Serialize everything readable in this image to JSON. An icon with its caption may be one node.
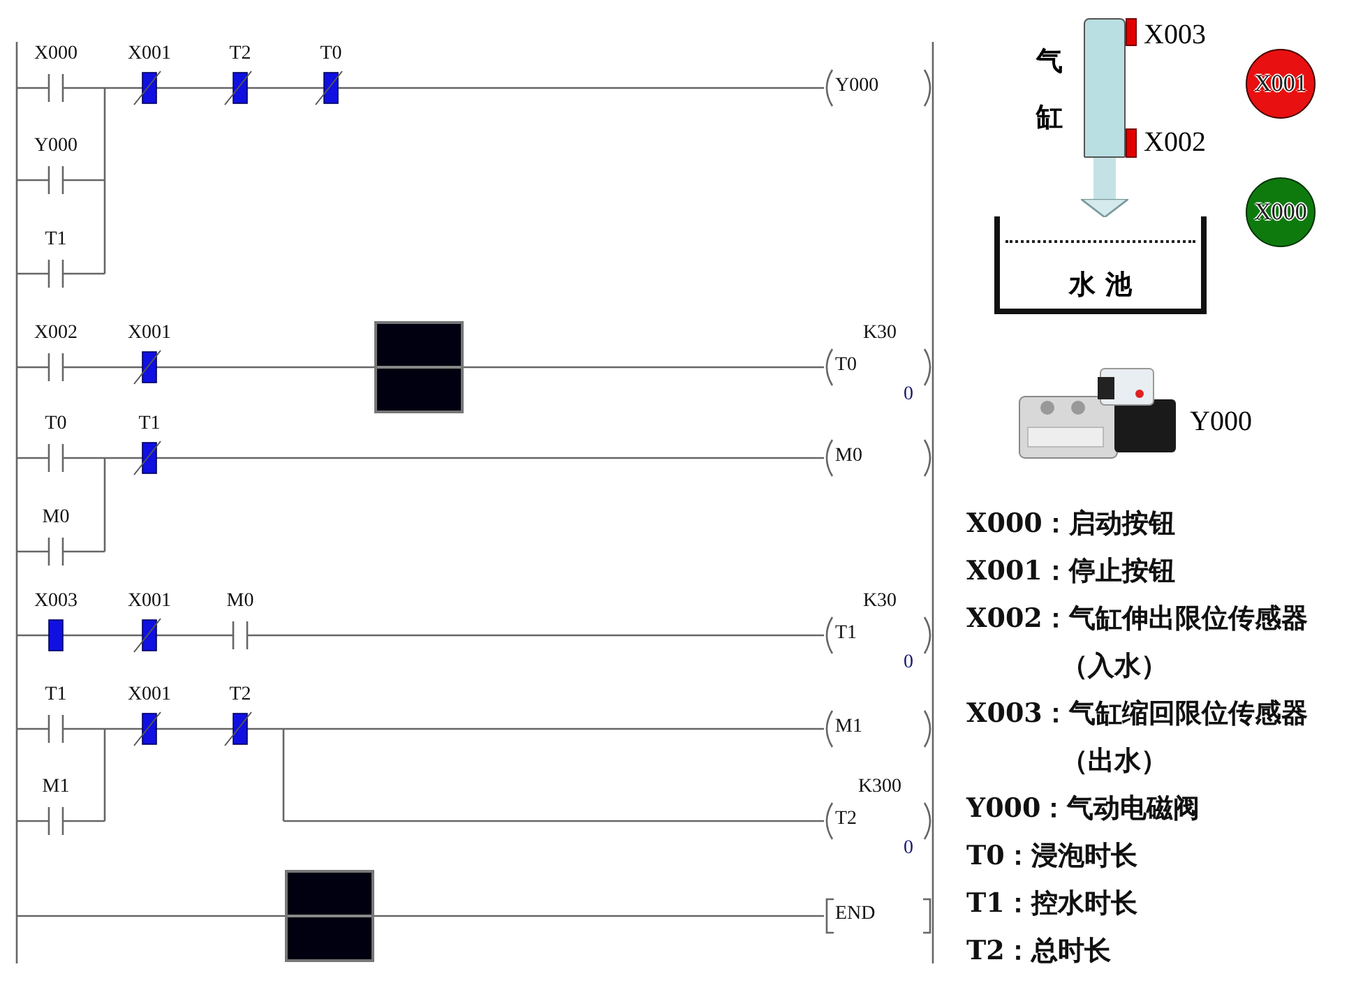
{
  "diagram": {
    "nodes": [
      {
        "text": [],
        "shape": "cylinder",
        "beside": [
          "气缸"
        ]
      },
      {
        "text": [],
        "shape": "box",
        "beside": [
          "X003"
        ]
      },
      {
        "text": [
          "X001"
        ]
      },
      {
        "text": [],
        "shape": "box",
        "beside": [
          "X002"
        ]
      },
      {
        "text": [
          "X000"
        ]
      },
      {
        "text": [
          "水 池"
        ]
      },
      {
        "text": [],
        "shape": "picture",
        "beside": [
          "Y000"
        ]
      }
    ],
    "edges": [
      {
        "from": 0,
        "to": 5,
        "arrow": "to"
      }
    ],
    "labels": [
      "X000",
      "X001",
      "T2",
      "T0",
      "Y000",
      "Y000",
      "T1",
      "X002",
      "X001",
      "K30",
      "T0",
      "0",
      "T0",
      "T1",
      "M0",
      "M0",
      "X003",
      "X001",
      "M0",
      "K30",
      "T1",
      "0",
      "T1",
      "X001",
      "T2",
      "M1",
      "M1",
      "K300",
      "T2",
      "0",
      "END",
      "X000：启动按钮",
      "X001：停止按钮",
      "X002：气缸伸出限位传感器（入水）",
      "X003：气缸缩回限位传感器（出水）",
      "Y000：气动电磁阀",
      "T0：浸泡时长",
      "T1：控水时长",
      "T2：总时长"
    ]
  }
}
